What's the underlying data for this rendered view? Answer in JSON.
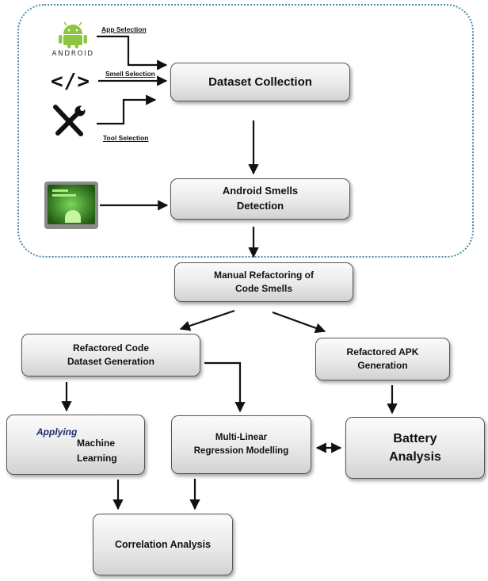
{
  "labels": {
    "app_selection": "App Selection",
    "smell_selection": "Smell Selection",
    "tool_selection": "Tool Selection"
  },
  "icons": {
    "android_wordmark": "ANDROID",
    "code": "</>"
  },
  "boxes": {
    "dataset_collection": "Dataset Collection",
    "smells_detection": "Android Smells\nDetection",
    "manual_refactoring": "Manual Refactoring of\nCode Smells",
    "refactored_code": "Refactored Code\nDataset Generation",
    "refactored_apk": "Refactored APK\nGeneration",
    "ml_applying": "Applying",
    "ml_rest": "Machine\nLearning",
    "mlr": "Multi-Linear\nRegression Modelling",
    "battery": "Battery\nAnalysis",
    "correlation": "Correlation Analysis"
  },
  "colors": {
    "dotted_border": "#4a8aa6",
    "android_green": "#8cc63f",
    "box_border": "#555555",
    "applying_text": "#1b2a6b"
  }
}
